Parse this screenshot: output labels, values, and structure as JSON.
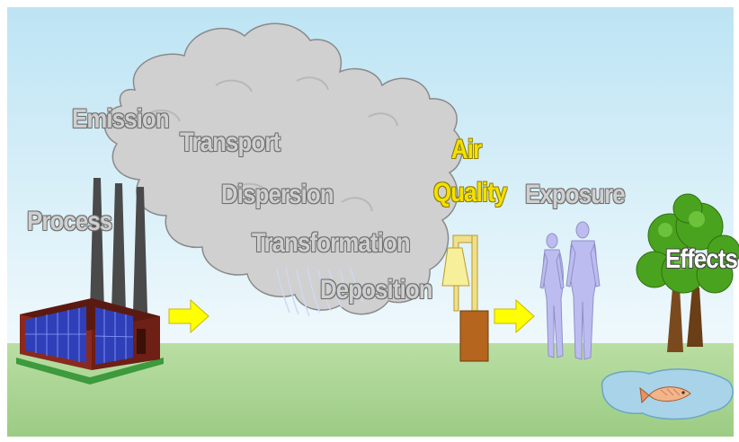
{
  "labels": {
    "emission": "Emission",
    "transport": "Transport",
    "dispersion": "Dispersion",
    "transformation": "Transformation",
    "deposition": "Deposition",
    "process": "Process",
    "air_quality_line1": "Air",
    "air_quality_line2": "Quality",
    "exposure": "Exposure",
    "effects": "Effects"
  },
  "colors": {
    "sky_top": "#bfe6f5",
    "sky_bottom": "#eaf6fb",
    "ground": "#a8d58f",
    "cloud": "#d2d2d2",
    "cloud_outline": "#8c8c8c",
    "arrow": "#ffff00",
    "label_yellow": "#f5e000",
    "factory_wall": "#8a2a1e",
    "factory_window": "#2f3fb8",
    "person": "#bcbcf0",
    "tree_leaves": "#4aa31e",
    "trunk": "#7a4a1e",
    "water": "#a9d3e8",
    "monitor_box": "#b5651d"
  },
  "icons": [
    "factory-icon",
    "smokestack-icon",
    "cloud-icon",
    "arrow-right-icon",
    "air-monitor-icon",
    "person-icon",
    "tree-icon",
    "fish-icon",
    "pond-icon"
  ]
}
